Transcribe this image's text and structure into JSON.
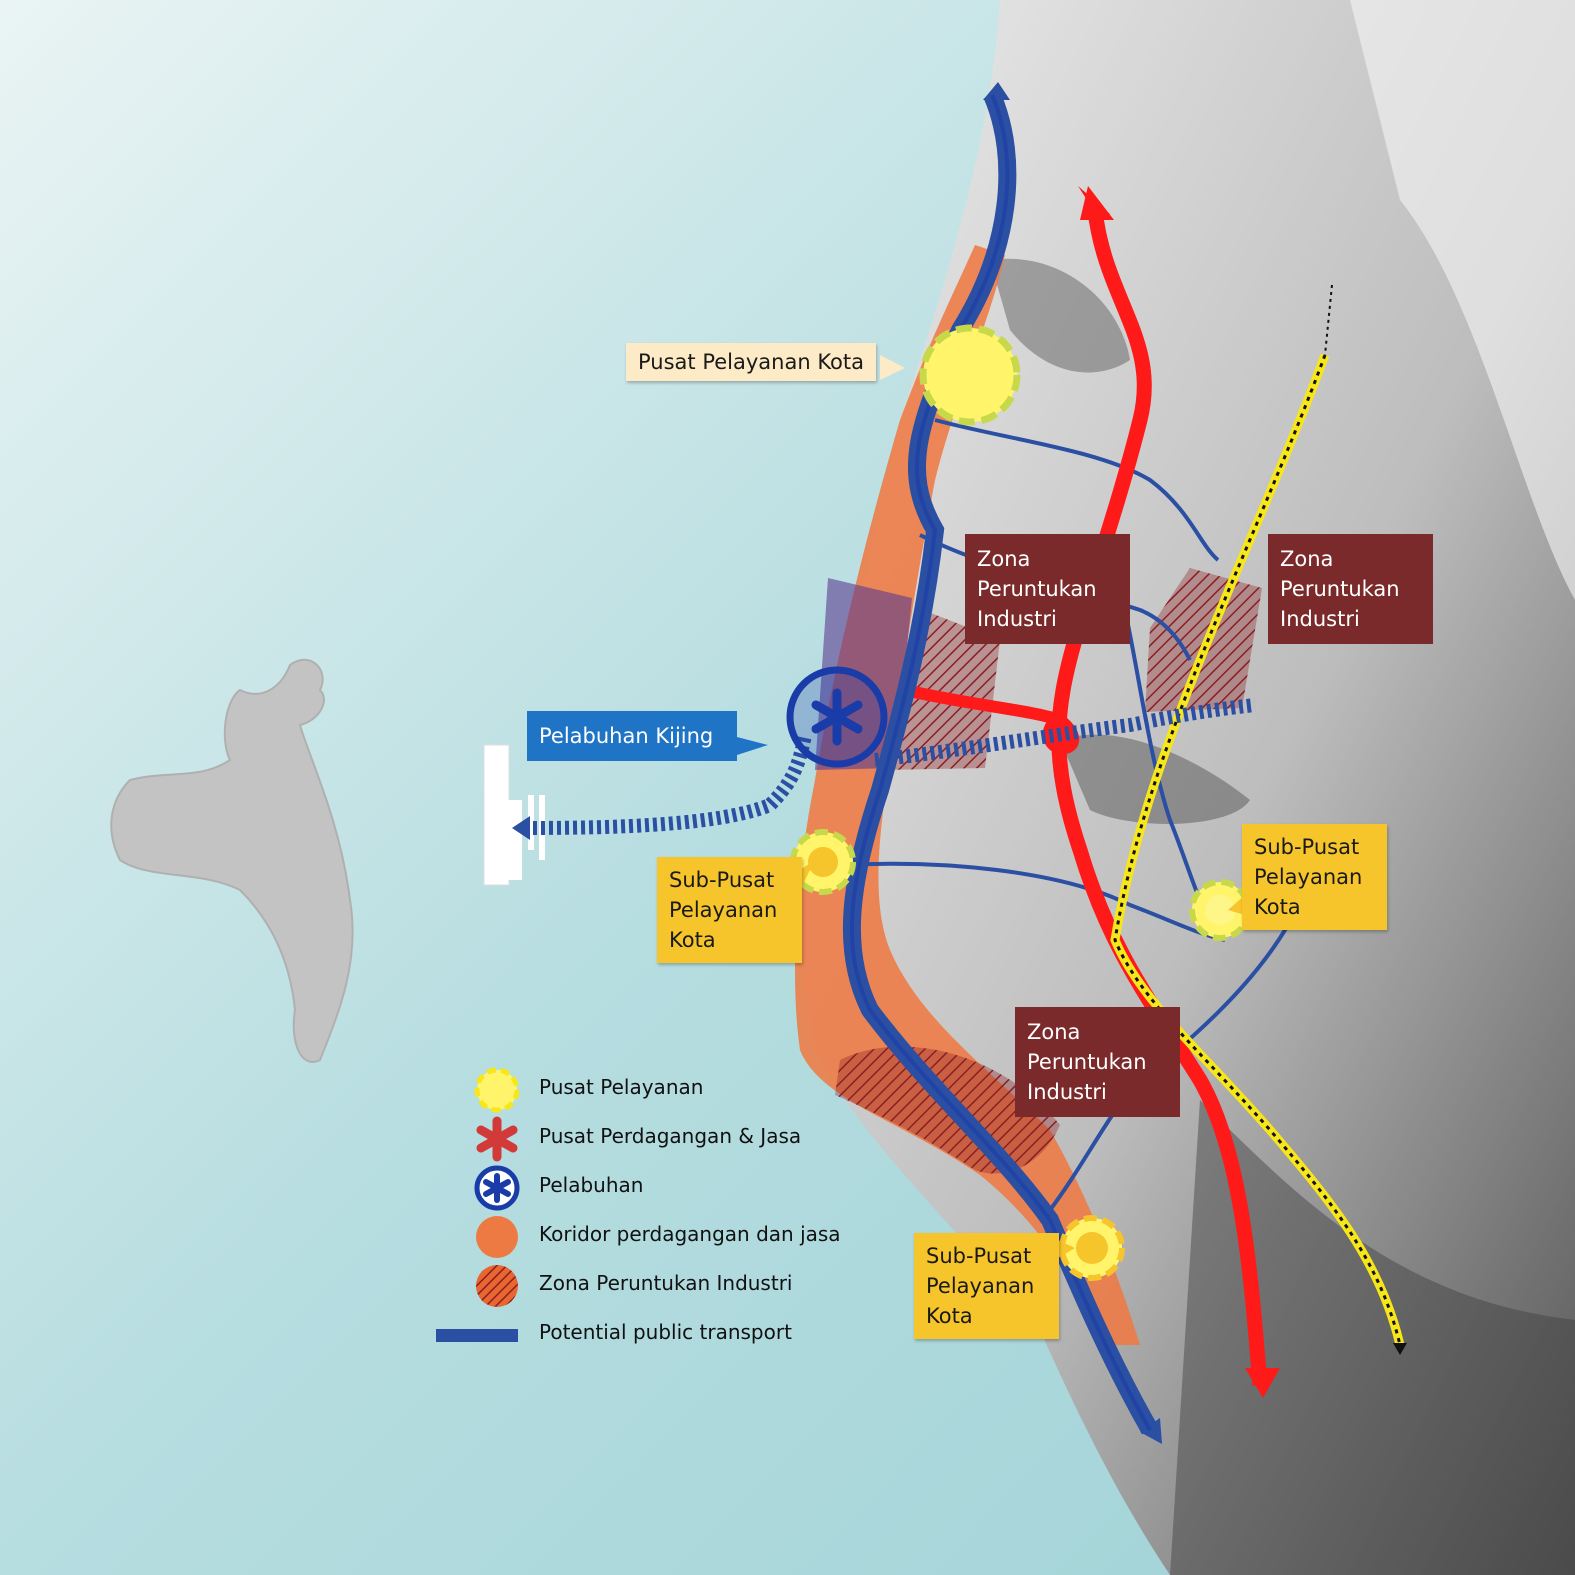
{
  "map": {
    "colors": {
      "sea": "#a9d5d9",
      "land": "#c9c9c9",
      "corridor": "#ee7a43",
      "industry": "#8b1e22",
      "transport": "#2b4fa3",
      "arterial_road": "#ff1a1a",
      "railway_yellow": "#f7e61a",
      "service_center": "#fff46a",
      "port_blue": "#1a3ca8",
      "trade_red": "#d23a3a"
    },
    "labels": {
      "pusat_pelayanan_kota": "Pusat Pelayanan Kota",
      "sub_pusat": "Sub-Pusat\nPelayanan\nKota",
      "zona_industri": "Zona\nPeruntukan\nIndustri",
      "pelabuhan_kijing": "Pelabuhan Kijing"
    }
  },
  "legend": {
    "items": [
      {
        "icon": "pusat-pelayanan-icon",
        "label": "Pusat Pelayanan"
      },
      {
        "icon": "pusat-perdagangan-icon",
        "label": "Pusat Perdagangan & Jasa"
      },
      {
        "icon": "pelabuhan-icon",
        "label": "Pelabuhan"
      },
      {
        "icon": "koridor-icon",
        "label": "Koridor perdagangan dan jasa"
      },
      {
        "icon": "zona-industri-icon",
        "label": "Zona Peruntukan Industri"
      },
      {
        "icon": "public-transport-icon",
        "label": "Potential public transport"
      }
    ]
  }
}
